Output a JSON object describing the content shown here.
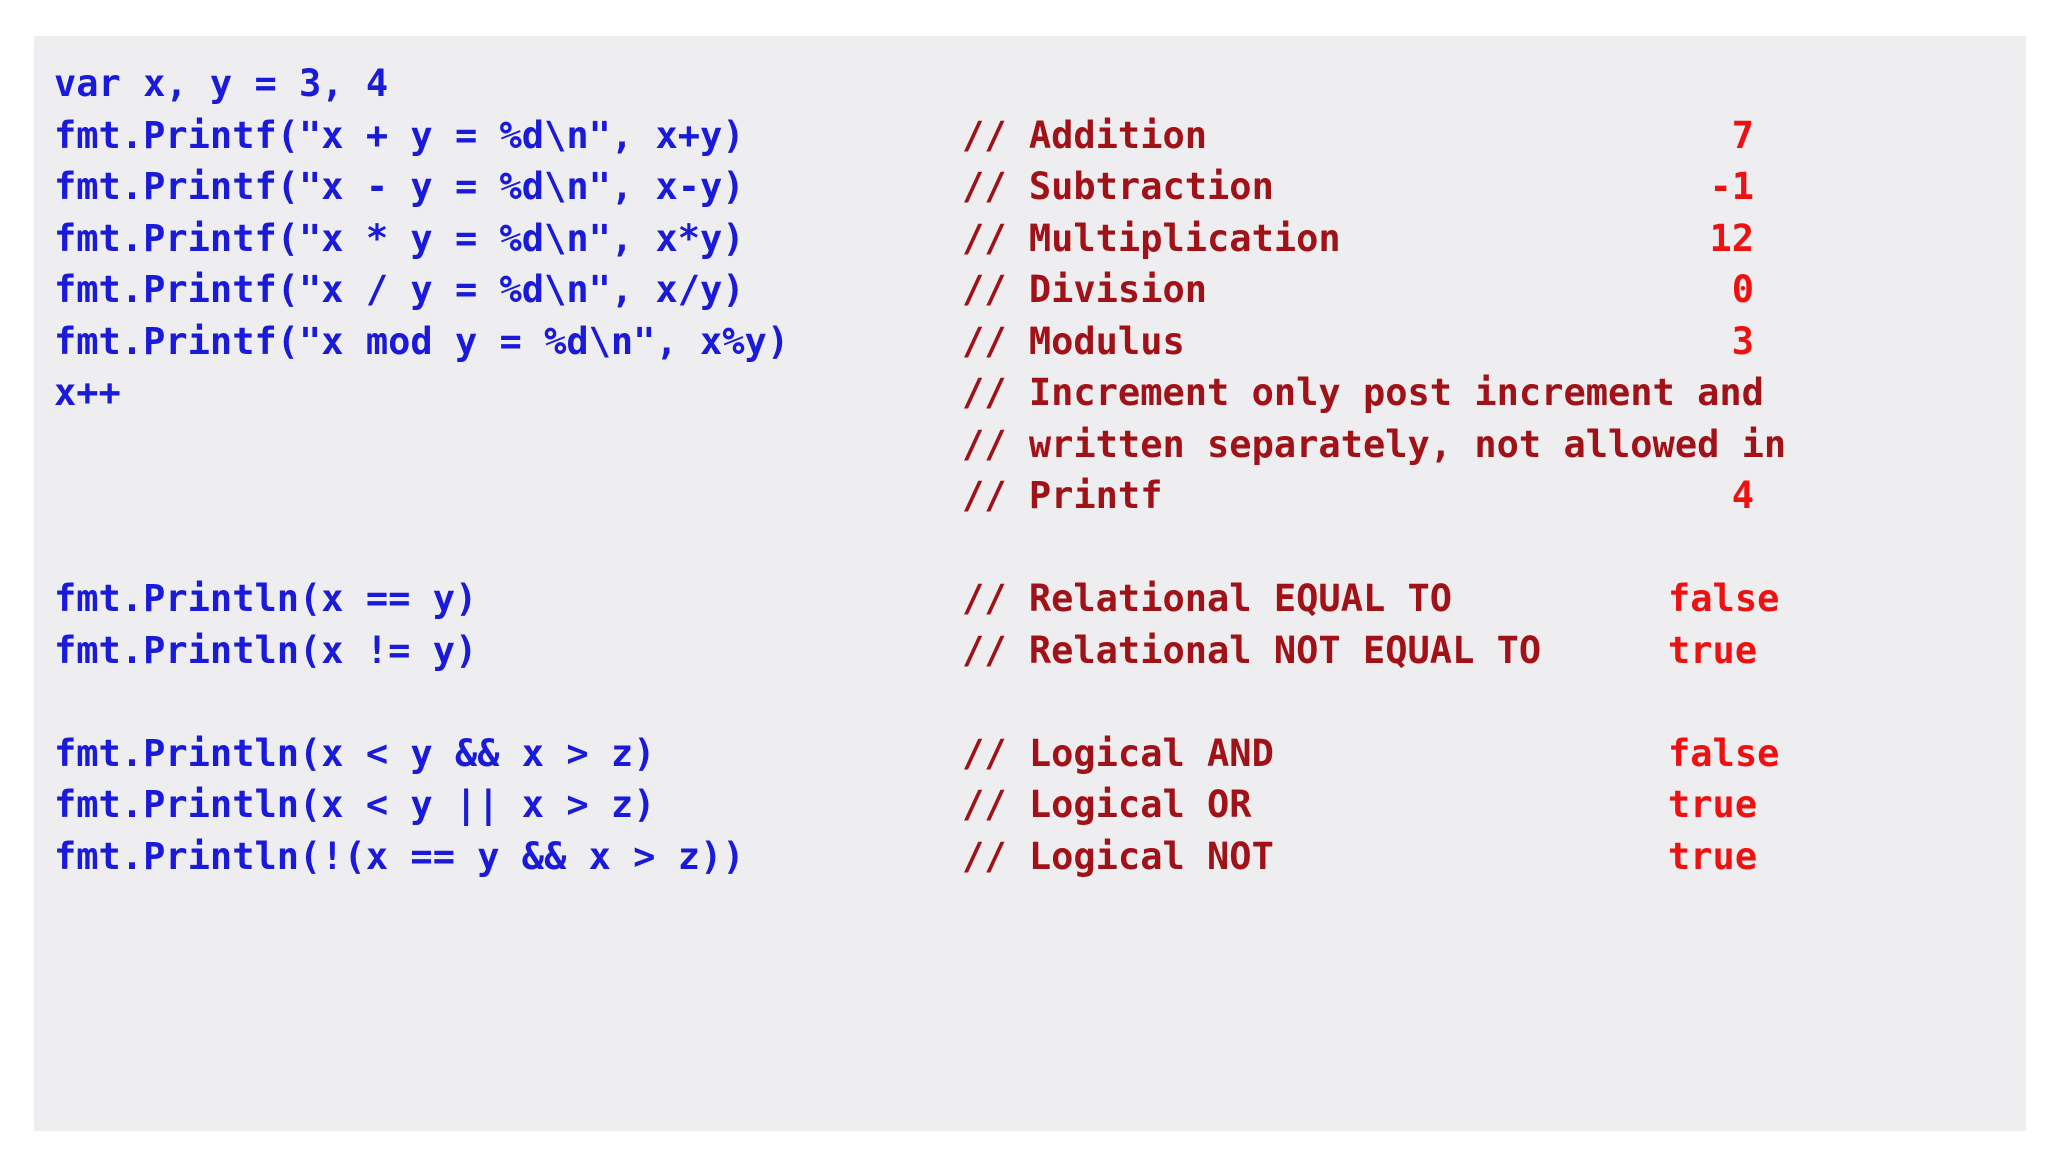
{
  "slide": {
    "background_color": "#EEEDEF",
    "page_background_color": "#FFFFFF",
    "code_color": "#1A1ADB",
    "comment_color": "#A01218",
    "value_color": "#EE1111",
    "language": "go"
  },
  "lines": [
    {
      "code": "var x, y = 3, 4",
      "comment": "",
      "value": "",
      "value_align": "right"
    },
    {
      "code": "fmt.Printf(\"x + y = %d\\n\", x+y)",
      "comment": "// Addition",
      "value": "7",
      "value_align": "right"
    },
    {
      "code": "fmt.Printf(\"x - y = %d\\n\", x-y)",
      "comment": "// Subtraction",
      "value": "-1",
      "value_align": "right"
    },
    {
      "code": "fmt.Printf(\"x * y = %d\\n\", x*y)",
      "comment": "// Multiplication",
      "value": "12",
      "value_align": "right"
    },
    {
      "code": "fmt.Printf(\"x / y = %d\\n\", x/y)",
      "comment": "// Division",
      "value": "0",
      "value_align": "right"
    },
    {
      "code": "fmt.Printf(\"x mod y = %d\\n\", x%y)",
      "comment": "// Modulus",
      "value": "3",
      "value_align": "right"
    },
    {
      "code": "x++",
      "comment": "// Increment only post increment and",
      "value": "",
      "value_align": "right"
    },
    {
      "code": "",
      "comment": "// written separately, not allowed in",
      "value": "",
      "value_align": "right"
    },
    {
      "code": "",
      "comment": "// Printf",
      "value": "4",
      "value_align": "right"
    },
    {
      "code": "",
      "comment": "",
      "value": "",
      "value_align": "right"
    },
    {
      "code": "fmt.Println(x == y)",
      "comment": "// Relational EQUAL TO",
      "value": "false",
      "value_align": "left"
    },
    {
      "code": "fmt.Println(x != y)",
      "comment": "// Relational NOT EQUAL TO",
      "value": "true",
      "value_align": "left"
    },
    {
      "code": "",
      "comment": "",
      "value": "",
      "value_align": "right"
    },
    {
      "code": "fmt.Println(x < y && x > z)",
      "comment": "// Logical AND",
      "value": "false",
      "value_align": "left"
    },
    {
      "code": "fmt.Println(x < y || x > z)",
      "comment": "// Logical OR",
      "value": "true",
      "value_align": "left"
    },
    {
      "code": "fmt.Println(!(x == y && x > z))",
      "comment": "// Logical NOT",
      "value": "true",
      "value_align": "left"
    }
  ]
}
